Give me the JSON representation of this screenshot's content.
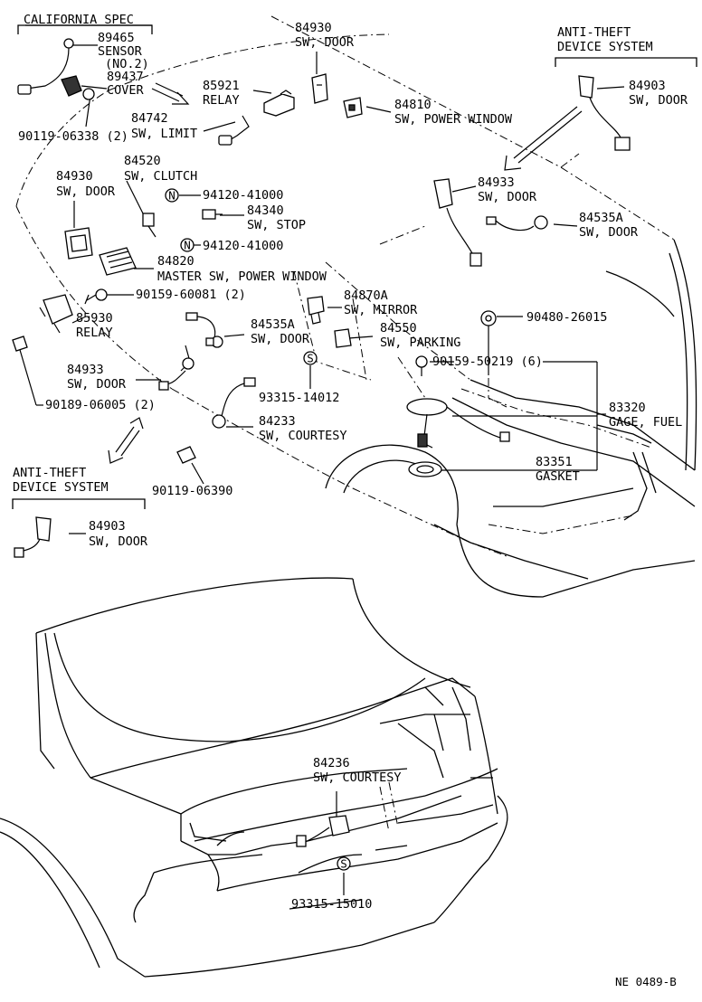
{
  "title_boxes": {
    "california": "CALIFORNIA SPEC",
    "anti_theft_top": [
      "ANTI-THEFT",
      "DEVICE SYSTEM"
    ],
    "anti_theft_left": [
      "ANTI-THEFT",
      "DEVICE SYSTEM"
    ]
  },
  "callouts": {
    "c89465": [
      "89465",
      "SENSOR",
      "(NO.2)"
    ],
    "c89437": [
      "89437",
      "COVER"
    ],
    "c90119_06338": "90119-06338 (2)",
    "c84930_top": [
      "84930",
      "SW, DOOR"
    ],
    "c85921": [
      "85921",
      "RELAY"
    ],
    "c84810": [
      "84810",
      "SW, POWER WINDOW"
    ],
    "c84742": [
      "84742",
      "SW, LIMIT"
    ],
    "c84520": [
      "84520",
      "SW, CLUTCH"
    ],
    "c84930_left": [
      "84930",
      "SW, DOOR"
    ],
    "c94120_a": "94120-41000",
    "c84340": [
      "84340",
      "SW, STOP"
    ],
    "c94120_b": "94120-41000",
    "c84820": [
      "84820",
      "MASTER SW, POWER WINDOW"
    ],
    "c90159_60081": "90159-60081 (2)",
    "c85930": [
      "85930",
      "RELAY"
    ],
    "c84870a": [
      "84870A",
      "SW, MIRROR"
    ],
    "c84535a_mid": [
      "84535A",
      "SW, DOOR"
    ],
    "c84550": [
      "84550",
      "SW, PARKING"
    ],
    "c84933_left": [
      "84933",
      "SW, DOOR"
    ],
    "c90189": "90189-06005 (2)",
    "c93315_14012": "93315-14012",
    "c84233": [
      "84233",
      "SW, COURTESY"
    ],
    "c90119_06390": "90119-06390",
    "c84903_top": [
      "84903",
      "SW, DOOR"
    ],
    "c84933_right": [
      "84933",
      "SW, DOOR"
    ],
    "c84535a_right": [
      "84535A",
      "SW, DOOR"
    ],
    "c90480": "90480-26015",
    "c90159_50219": "90159-50219 (6)",
    "c83320": [
      "83320",
      "GAGE, FUEL"
    ],
    "c83351": [
      "83351",
      "GASKET"
    ],
    "c84903_left": [
      "84903",
      "SW, DOOR"
    ],
    "c84236": [
      "84236",
      "SW, COURTESY"
    ],
    "c93315_15010": "93315-15010"
  },
  "symbols": {
    "n": "N",
    "s": "S"
  },
  "footer_code": "NE 0489-B"
}
